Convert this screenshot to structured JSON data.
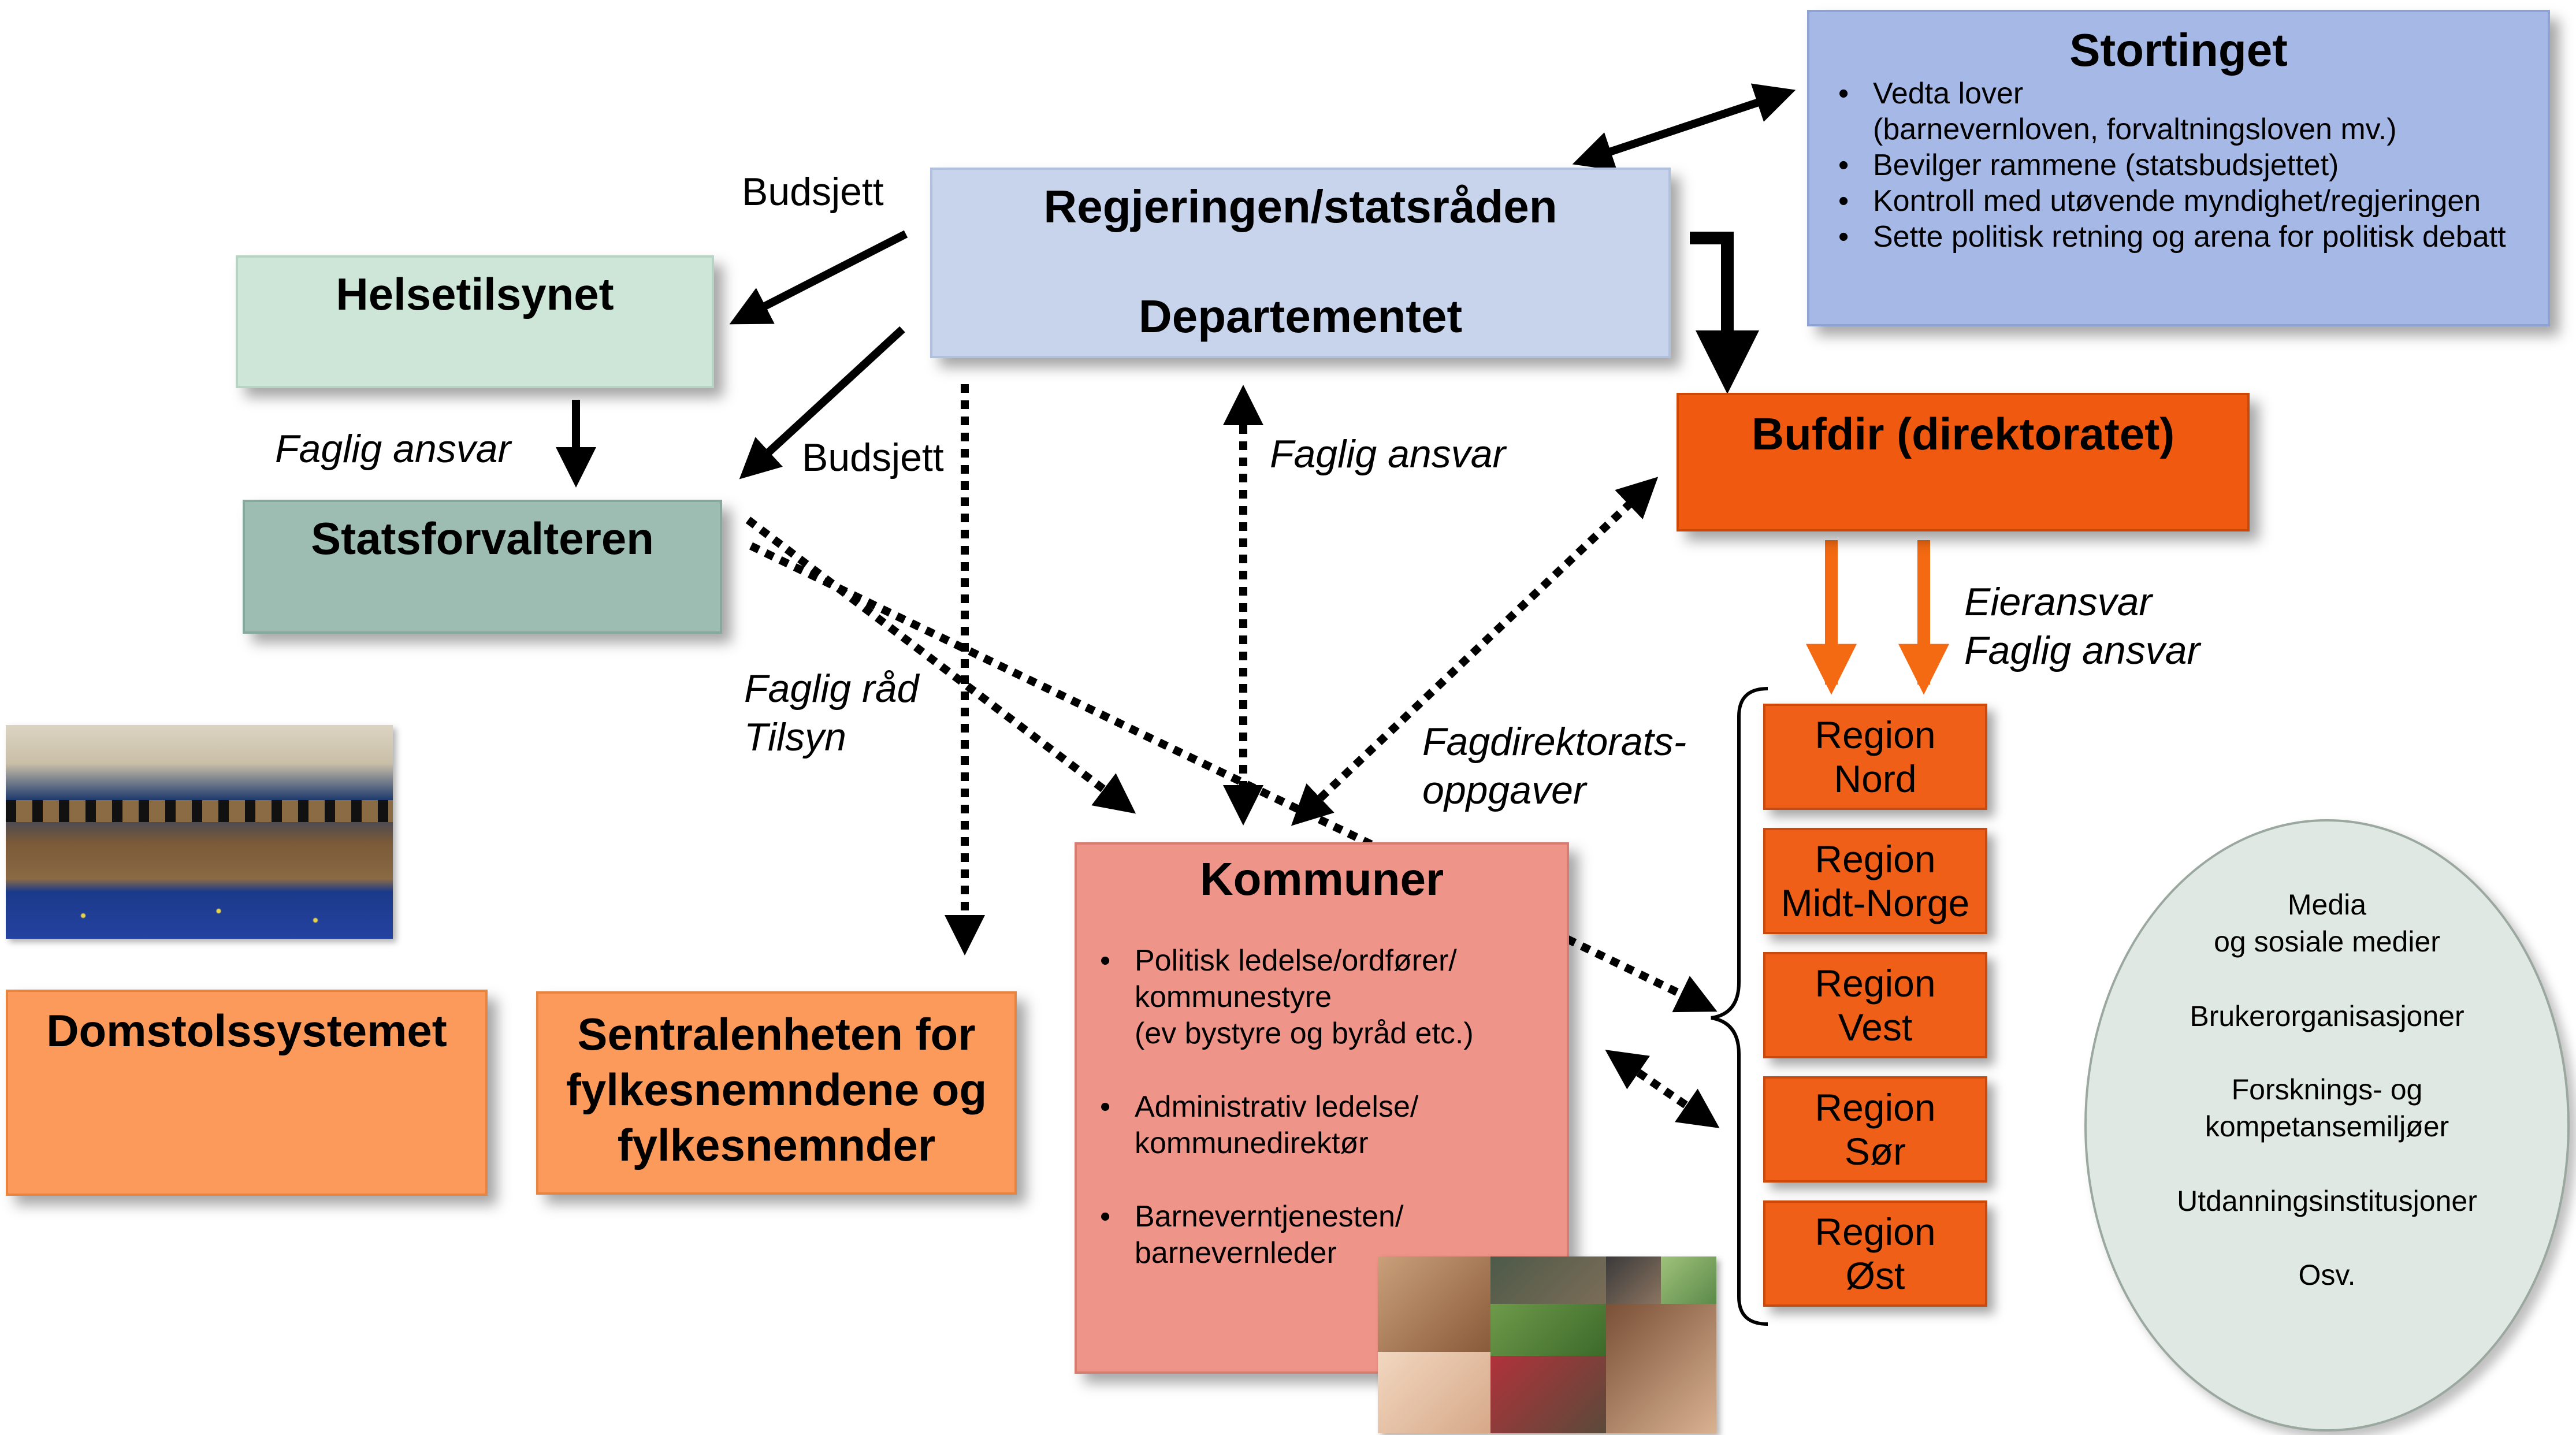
{
  "stortinget": {
    "title": "Stortinget",
    "items": [
      "Vedta lover\n(barnevernloven, forvaltningsloven mv.)",
      "Bevilger rammene (statsbudsjettet)",
      "Kontroll med utøvende myndighet/regjeringen",
      "Sette politisk retning og arena for politisk debatt"
    ]
  },
  "regjeringen": {
    "line1": "Regjeringen/statsråden",
    "line2": "Departementet"
  },
  "helsetilsynet": {
    "title": "Helsetilsynet"
  },
  "statsforvalteren": {
    "title": "Statsforvalteren"
  },
  "bufdir": {
    "title": "Bufdir (direktoratet)"
  },
  "regions": [
    "Region\nNord",
    "Region\nMidt-Norge",
    "Region\nVest",
    "Region\nSør",
    "Region\nØst"
  ],
  "kommuner": {
    "title": "Kommuner",
    "items": [
      "Politisk ledelse/ordfører/\nkommunestyre\n(ev bystyre og byråd etc.)",
      "Administrativ ledelse/\nkommunedirektør",
      "Barneverntjenesten/\nbarnevernleder"
    ]
  },
  "domstol": {
    "title": "Domstolssystemet"
  },
  "sentralenheten": {
    "title": "Sentralenheten for\nfylkesnemndene og\nfylkesnemnder"
  },
  "labels": {
    "budsjett_top": "Budsjett",
    "budsjett_mid": "Budsjett",
    "faglig_ansvar_left": "Faglig ansvar",
    "faglig_ansvar_center": "Faglig ansvar",
    "eieransvar": "Eieransvar\nFaglig ansvar",
    "faglig_rad": "Faglig råd\nTilsyn",
    "fagdirektorat": "Fagdirektorats-\noppgaver"
  },
  "ellipse": {
    "items": [
      "Media\nog sosiale medier",
      "Brukerorganisasjoner",
      "Forsknings- og\nkompetansemiljøer",
      "Utdanningsinstitusjoner",
      "Osv."
    ]
  },
  "colors": {
    "stortinget": "#a6b8e6",
    "regjeringen": "#c8d4ec",
    "helsetilsynet": "#cde6d8",
    "statsforvalteren": "#9dbcb2",
    "bufdir": "#f05a10",
    "region": "#ef5f18",
    "kommuner": "#ef9488",
    "domstol": "#fb9a5a",
    "ellipse": "#dfe8e2"
  },
  "images": {
    "court_photo": "court-photo",
    "children_collage": "children-collage"
  }
}
